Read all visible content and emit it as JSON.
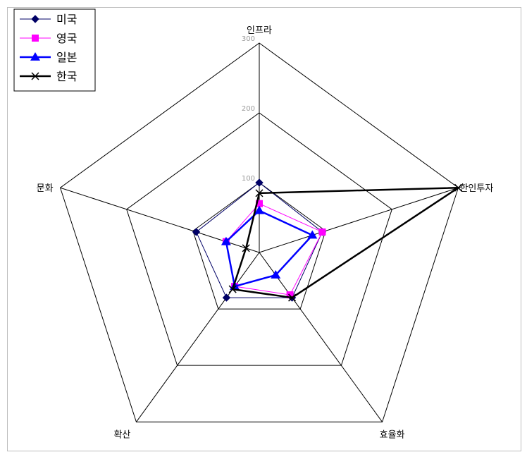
{
  "chart_data": {
    "type": "radar",
    "axes": [
      "인프라",
      "한인투자",
      "효율화",
      "확산",
      "문화"
    ],
    "range": [
      0,
      300
    ],
    "ticks": [
      100,
      200,
      300
    ],
    "tick_labels": [
      "100",
      "200",
      "300"
    ],
    "series": [
      {
        "name": "미국",
        "color": "#000066",
        "marker": "diamond",
        "values": [
          100,
          95,
          80,
          80,
          95
        ]
      },
      {
        "name": "영국",
        "color": "#ff00ff",
        "marker": "square",
        "values": [
          70,
          95,
          75,
          60,
          50
        ]
      },
      {
        "name": "일본",
        "color": "#0000ff",
        "marker": "triangle",
        "values": [
          60,
          80,
          40,
          60,
          50
        ]
      },
      {
        "name": "한국",
        "color": "#000000",
        "marker": "x",
        "values": [
          85,
          300,
          80,
          65,
          20
        ]
      }
    ],
    "legend_position": "top-left"
  }
}
